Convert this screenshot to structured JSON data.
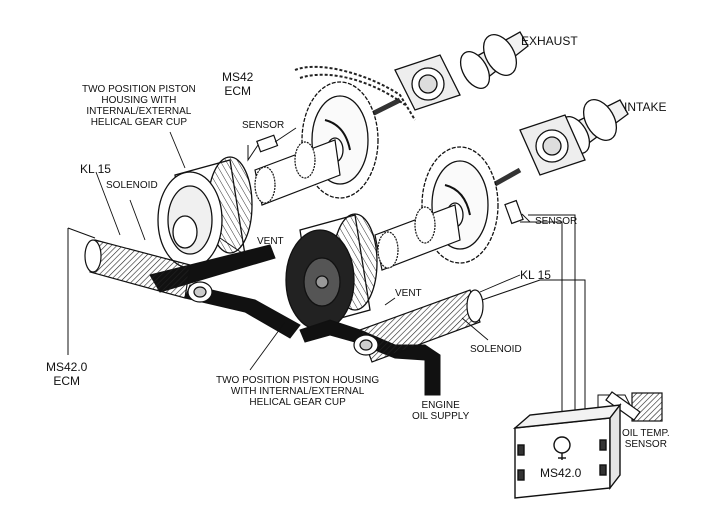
{
  "labels": {
    "exhaust": "EXHAUST",
    "intake": "INTAKE",
    "ms42_ecm_top": "MS42\nECM",
    "sensor_top": "SENSOR",
    "piston_housing_top": "TWO POSITION PISTON\nHOUSING WITH\nINTERNAL/EXTERNAL\nHELICAL GEAR CUP",
    "kl15_left": "KL 15",
    "solenoid_left": "SOLENOID",
    "vent_upper": "VENT",
    "sensor_right": "SENSOR",
    "kl15_right": "KL 15",
    "vent_lower": "VENT",
    "solenoid_right": "SOLENOID",
    "ms420_ecm_left": "MS42.0\nECM",
    "piston_housing_bottom": "TWO POSITION PISTON HOUSING\nWITH INTERNAL/EXTERNAL\nHELICAL GEAR CUP",
    "engine_oil_supply": "ENGINE\nOIL SUPPLY",
    "oil_temp_sensor": "OIL TEMP.\nSENSOR",
    "ecm_box": "MS42.0"
  }
}
